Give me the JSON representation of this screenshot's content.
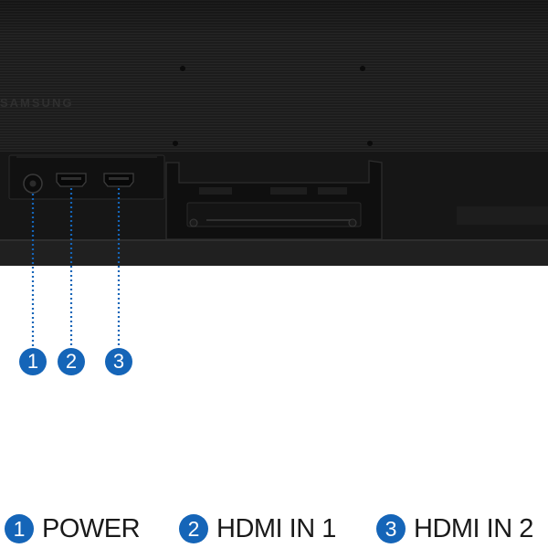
{
  "brand_mark": "SAMSUNG",
  "colors": {
    "accent": "#1565b8",
    "body_dark": "#1b1b1b",
    "label_text": "#1a1a1a"
  },
  "ports": [
    {
      "number": "1",
      "label": "POWER",
      "icon": "power-dc-port-icon"
    },
    {
      "number": "2",
      "label": "HDMI IN 1",
      "icon": "hdmi-port-icon"
    },
    {
      "number": "3",
      "label": "HDMI IN 2",
      "icon": "hdmi-port-icon"
    }
  ]
}
